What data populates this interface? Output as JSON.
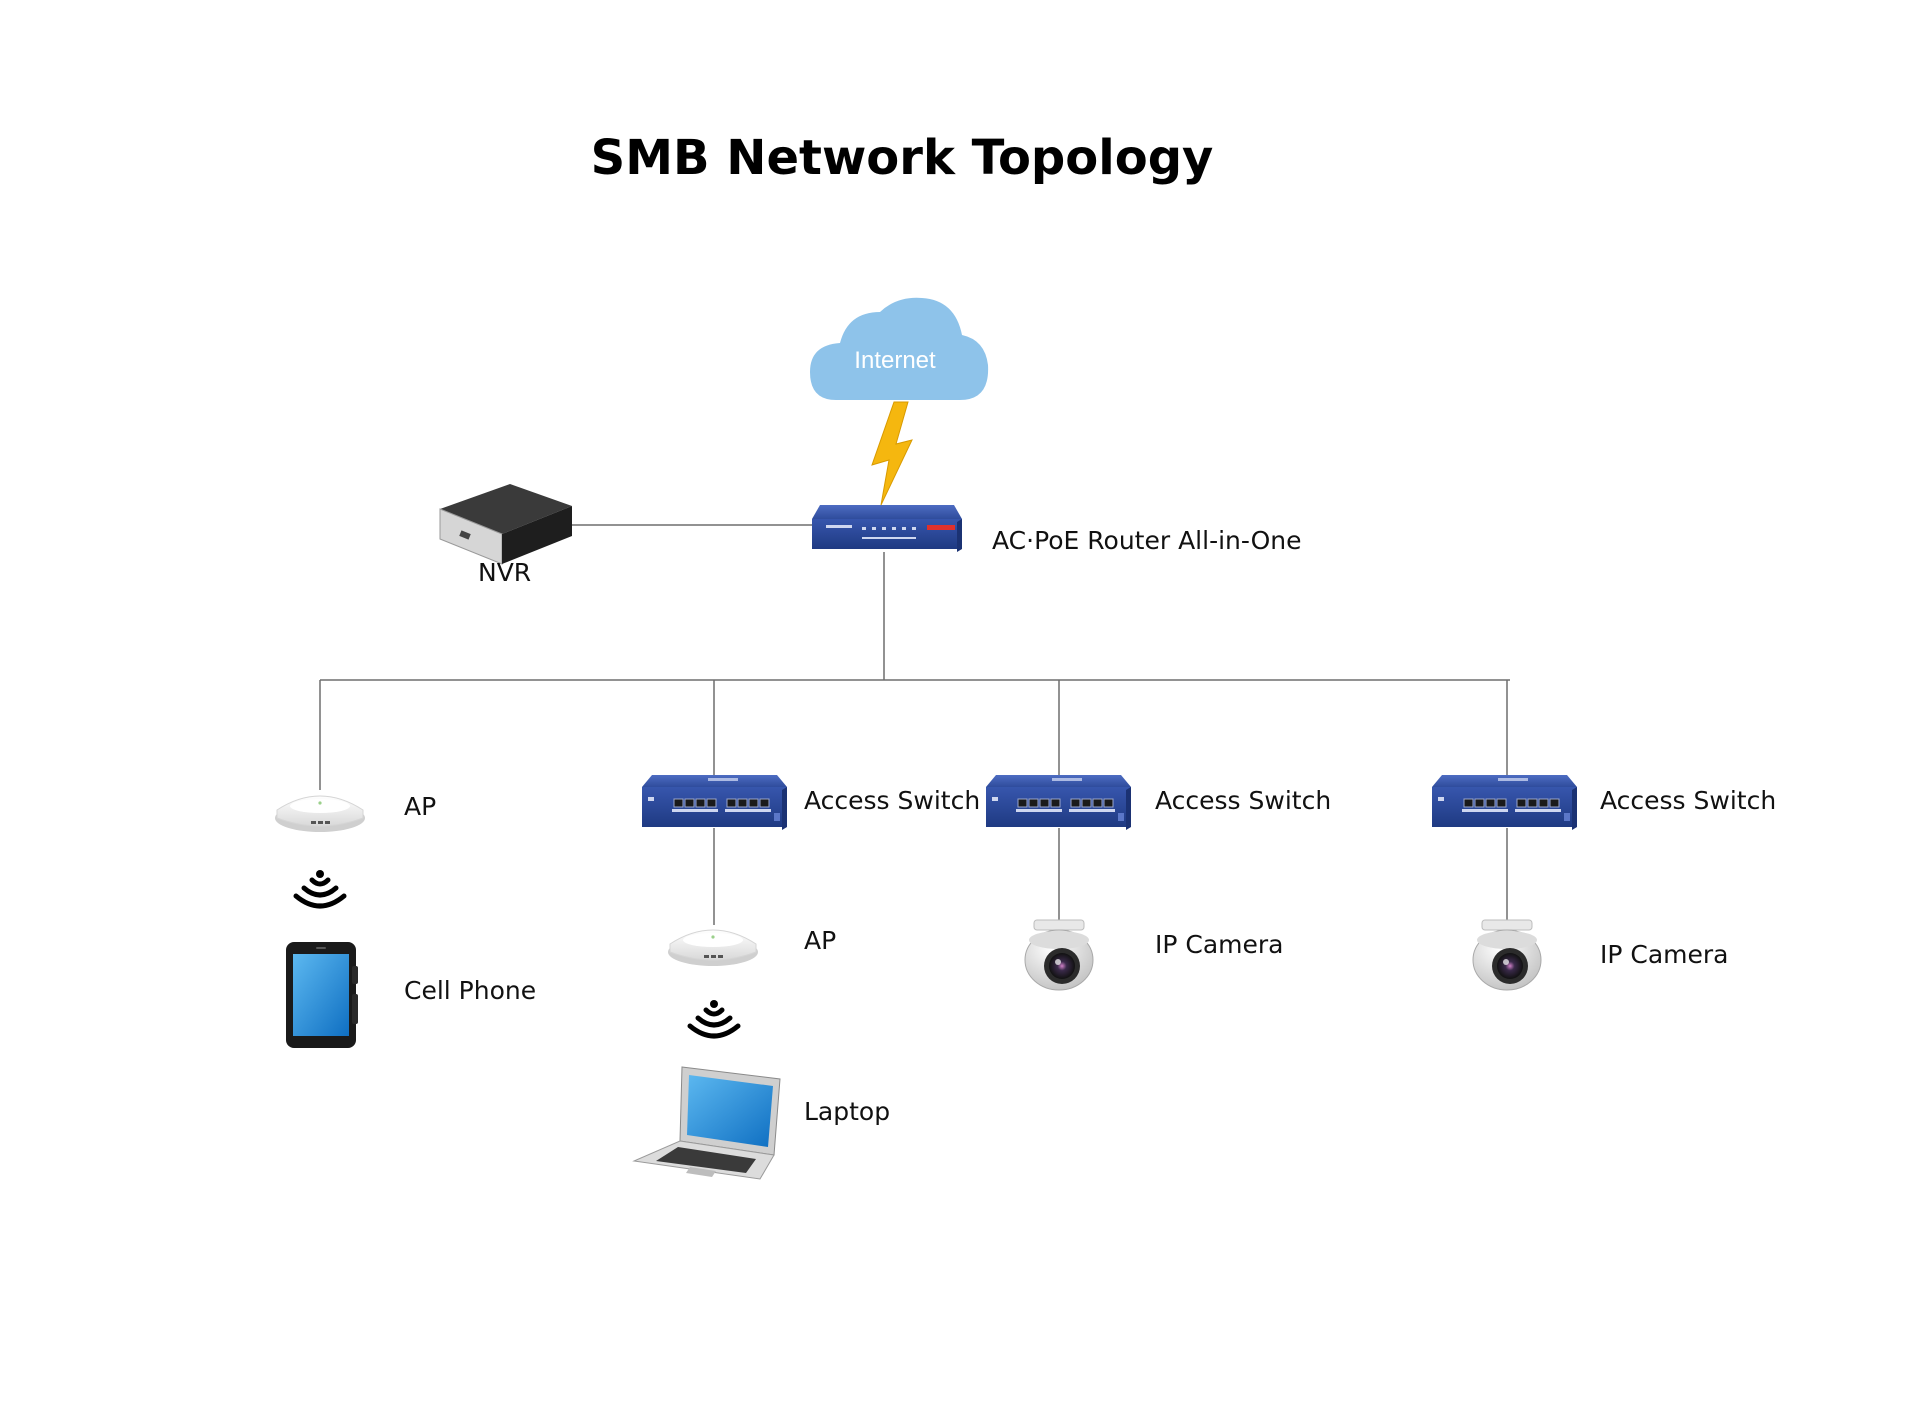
{
  "title": "SMB Network Topology",
  "cloud_label": "Internet",
  "labels": {
    "router": "AC·PoE Router All-in-One",
    "nvr": "NVR",
    "ap_left": "AP",
    "cell_phone": "Cell Phone",
    "switch_1": "Access Switch",
    "ap_mid": "AP",
    "laptop": "Laptop",
    "switch_2": "Access Switch",
    "camera_1": "IP Camera",
    "switch_3": "Access Switch",
    "camera_2": "IP Camera"
  },
  "colors": {
    "cloud": "#8EC3EA",
    "lightning": "#F5B70F",
    "switch_blue": "#2F4C9C",
    "line": "#6e6e6e",
    "screen_blue": "#1E88D8"
  },
  "icons": [
    "cloud-icon",
    "lightning-icon",
    "router-icon",
    "nvr-icon",
    "access-point-icon",
    "wifi-signal-icon",
    "cell-phone-icon",
    "switch-icon",
    "laptop-icon",
    "ip-camera-icon"
  ]
}
